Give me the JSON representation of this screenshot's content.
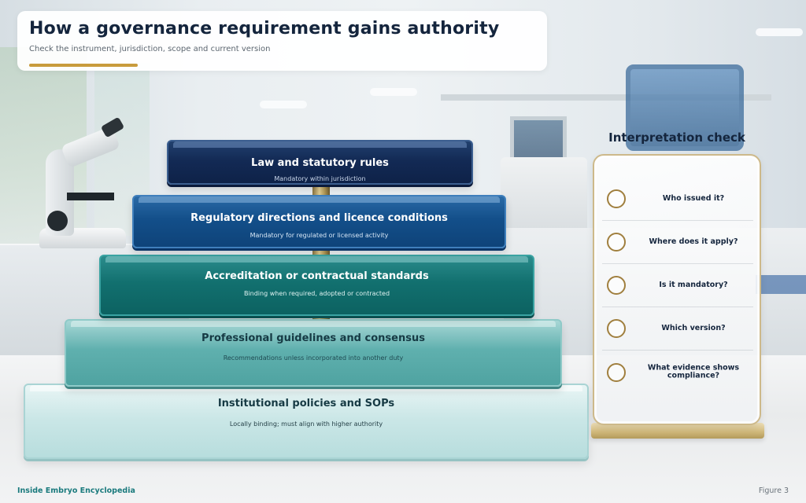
{
  "header": {
    "title": "How a governance requirement gains authority",
    "subtitle": "Check the instrument, jurisdiction, scope and current version",
    "accent_color": "#c89b3c"
  },
  "pyramid": {
    "tiers": [
      {
        "label": "Law and statutory rules",
        "description": "Mandatory within jurisdiction",
        "color": "#132a55"
      },
      {
        "label": "Regulatory directions and licence conditions",
        "description": "Mandatory for regulated or licensed activity",
        "color": "#134f8a"
      },
      {
        "label": "Accreditation or contractual standards",
        "description": "Binding when required, adopted or contracted",
        "color": "#12706f"
      },
      {
        "label": "Professional guidelines and consensus",
        "description": "Recommendations unless incorporated into another duty",
        "color": "#5fb0ae"
      },
      {
        "label": "Institutional policies and SOPs",
        "description": "Locally binding; must align with higher authority",
        "color": "#cbe7e7"
      }
    ]
  },
  "interpretation_check": {
    "title": "Interpretation check",
    "questions": [
      "Who issued it?",
      "Where does it apply?",
      "Is it mandatory?",
      "Which version?",
      "What evidence shows compliance?"
    ]
  },
  "footer": {
    "source": "Inside Embryo Encyclopedia",
    "figure": "Figure 3"
  }
}
